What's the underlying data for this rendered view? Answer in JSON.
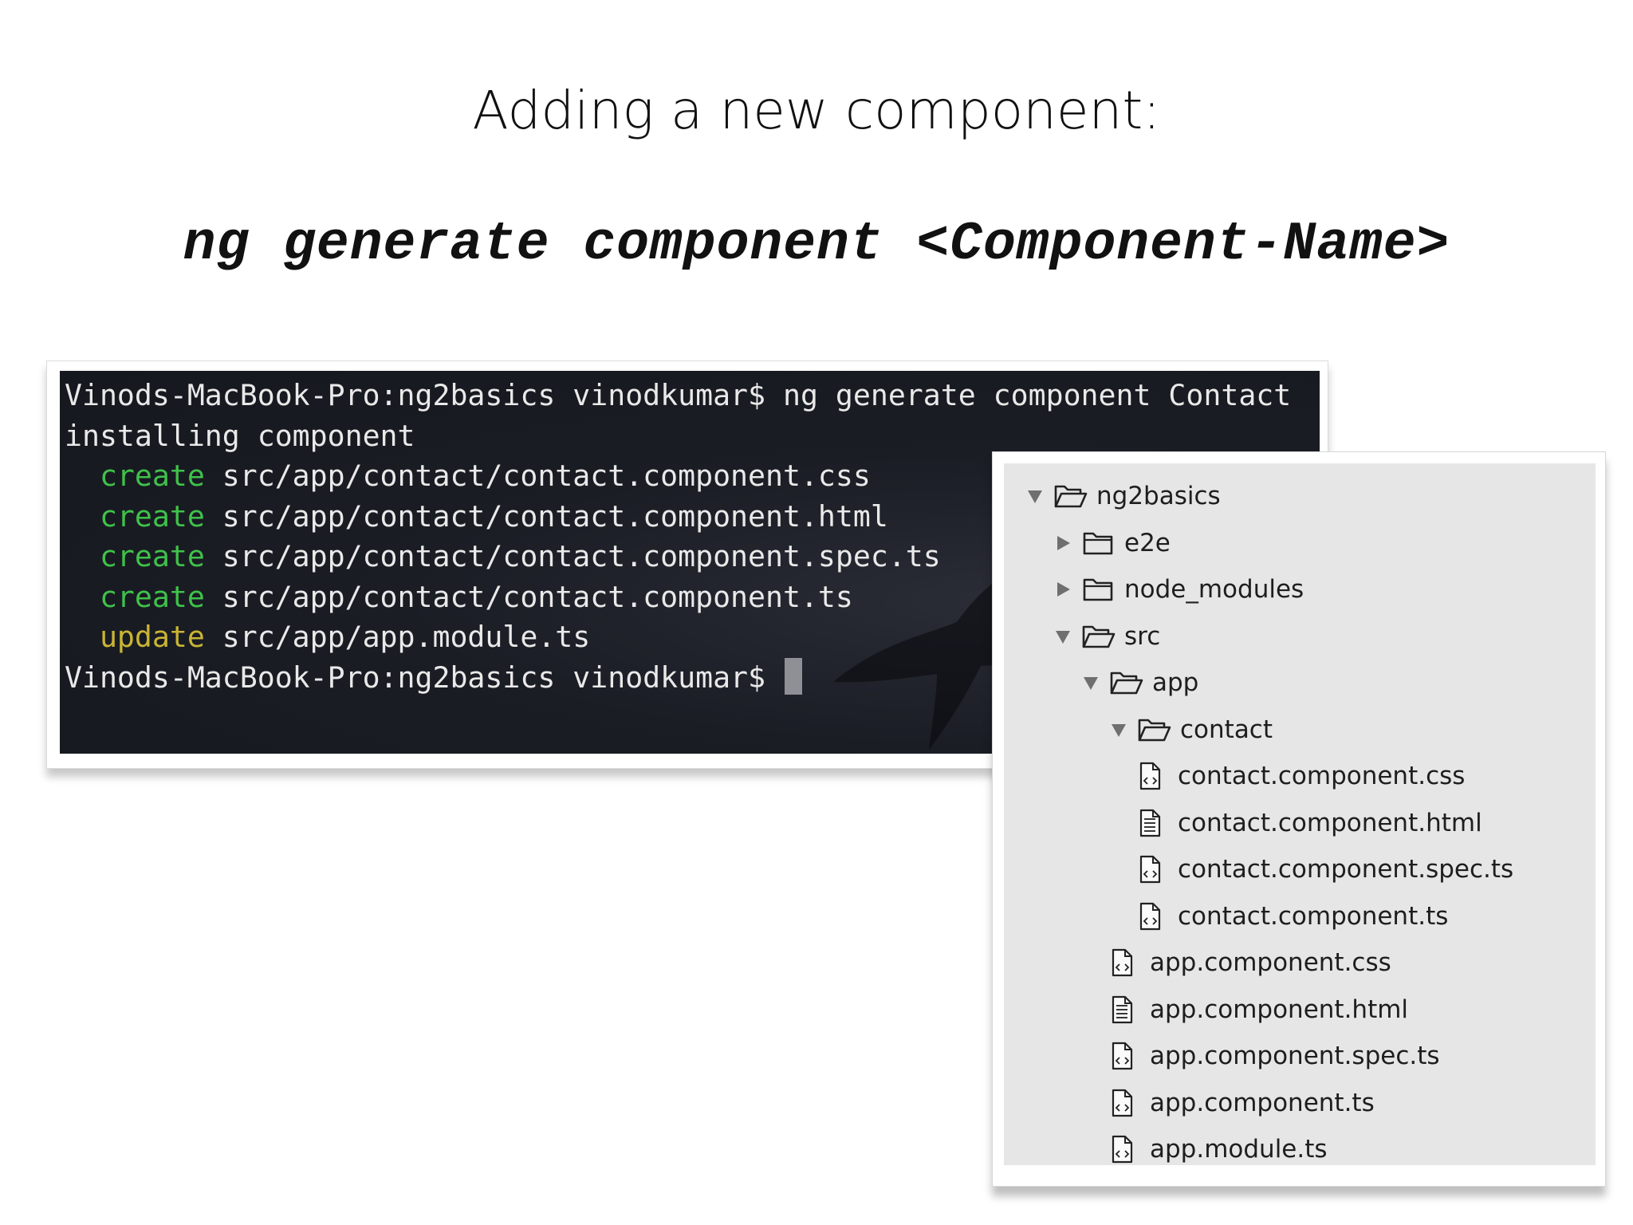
{
  "slide": {
    "title": "Adding a new component:",
    "command": "ng generate component <Component-Name>"
  },
  "terminal": {
    "lines": [
      [
        {
          "text": "Vinods-MacBook-Pro:ng2basics vinodkumar$ ng generate component Contact",
          "color": "#e9e9e9"
        }
      ],
      [
        {
          "text": "installing component",
          "color": "#e9e9e9"
        }
      ],
      [
        {
          "text": "  ",
          "color": "#e9e9e9"
        },
        {
          "text": "create",
          "color": "#3fc24a"
        },
        {
          "text": " src/app/contact/contact.component.css",
          "color": "#e9e9e9"
        }
      ],
      [
        {
          "text": "  ",
          "color": "#e9e9e9"
        },
        {
          "text": "create",
          "color": "#3fc24a"
        },
        {
          "text": " src/app/contact/contact.component.html",
          "color": "#e9e9e9"
        }
      ],
      [
        {
          "text": "  ",
          "color": "#e9e9e9"
        },
        {
          "text": "create",
          "color": "#3fc24a"
        },
        {
          "text": " src/app/contact/contact.component.spec.ts",
          "color": "#e9e9e9"
        }
      ],
      [
        {
          "text": "  ",
          "color": "#e9e9e9"
        },
        {
          "text": "create",
          "color": "#3fc24a"
        },
        {
          "text": " src/app/contact/contact.component.ts",
          "color": "#e9e9e9"
        }
      ],
      [
        {
          "text": "  ",
          "color": "#e9e9e9"
        },
        {
          "text": "update",
          "color": "#c9b533"
        },
        {
          "text": " src/app/app.module.ts",
          "color": "#e9e9e9"
        }
      ],
      [
        {
          "text": "Vinods-MacBook-Pro:ng2basics vinodkumar$ ",
          "color": "#e9e9e9"
        }
      ]
    ],
    "cursor_color": "#8f9096"
  },
  "file_tree": {
    "items": [
      {
        "label": "ng2basics",
        "depth": 0,
        "kind": "folder",
        "expanded": true
      },
      {
        "label": "e2e",
        "depth": 1,
        "kind": "folder",
        "expanded": false
      },
      {
        "label": "node_modules",
        "depth": 1,
        "kind": "folder",
        "expanded": false
      },
      {
        "label": "src",
        "depth": 1,
        "kind": "folder",
        "expanded": true
      },
      {
        "label": "app",
        "depth": 2,
        "kind": "folder",
        "expanded": true
      },
      {
        "label": "contact",
        "depth": 3,
        "kind": "folder",
        "expanded": true
      },
      {
        "label": "contact.component.css",
        "depth": 4,
        "kind": "code-file"
      },
      {
        "label": "contact.component.html",
        "depth": 4,
        "kind": "markup-file"
      },
      {
        "label": "contact.component.spec.ts",
        "depth": 4,
        "kind": "code-file"
      },
      {
        "label": "contact.component.ts",
        "depth": 4,
        "kind": "code-file"
      },
      {
        "label": "app.component.css",
        "depth": 3,
        "kind": "code-file"
      },
      {
        "label": "app.component.html",
        "depth": 3,
        "kind": "markup-file"
      },
      {
        "label": "app.component.spec.ts",
        "depth": 3,
        "kind": "code-file"
      },
      {
        "label": "app.component.ts",
        "depth": 3,
        "kind": "code-file"
      },
      {
        "label": "app.module.ts",
        "depth": 3,
        "kind": "code-file"
      }
    ]
  },
  "colors": {
    "terminal_bg": "#1b1d25",
    "tree_bg": "#e6e6e6",
    "create_green": "#3fc24a",
    "update_yellow": "#c9b533"
  }
}
